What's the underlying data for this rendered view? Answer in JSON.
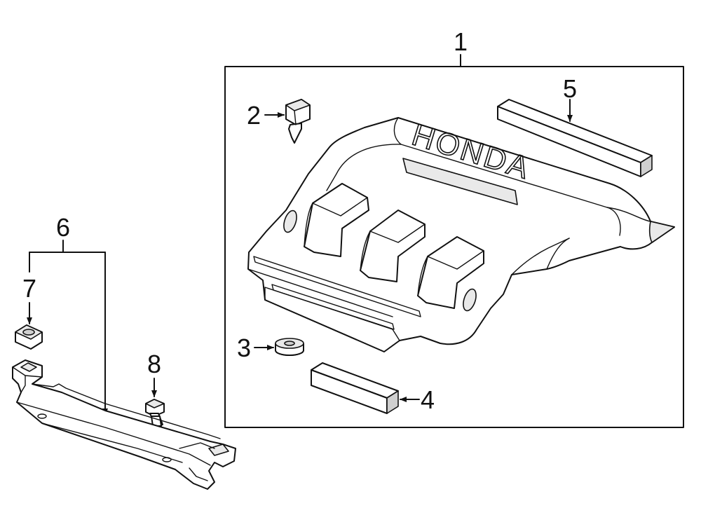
{
  "callouts": {
    "c1": "1",
    "c2": "2",
    "c3": "3",
    "c4": "4",
    "c5": "5",
    "c6": "6",
    "c7": "7",
    "c8": "8"
  },
  "cover": {
    "brand_text": "HONDA"
  },
  "colors": {
    "line": "#111111",
    "background": "#ffffff"
  }
}
